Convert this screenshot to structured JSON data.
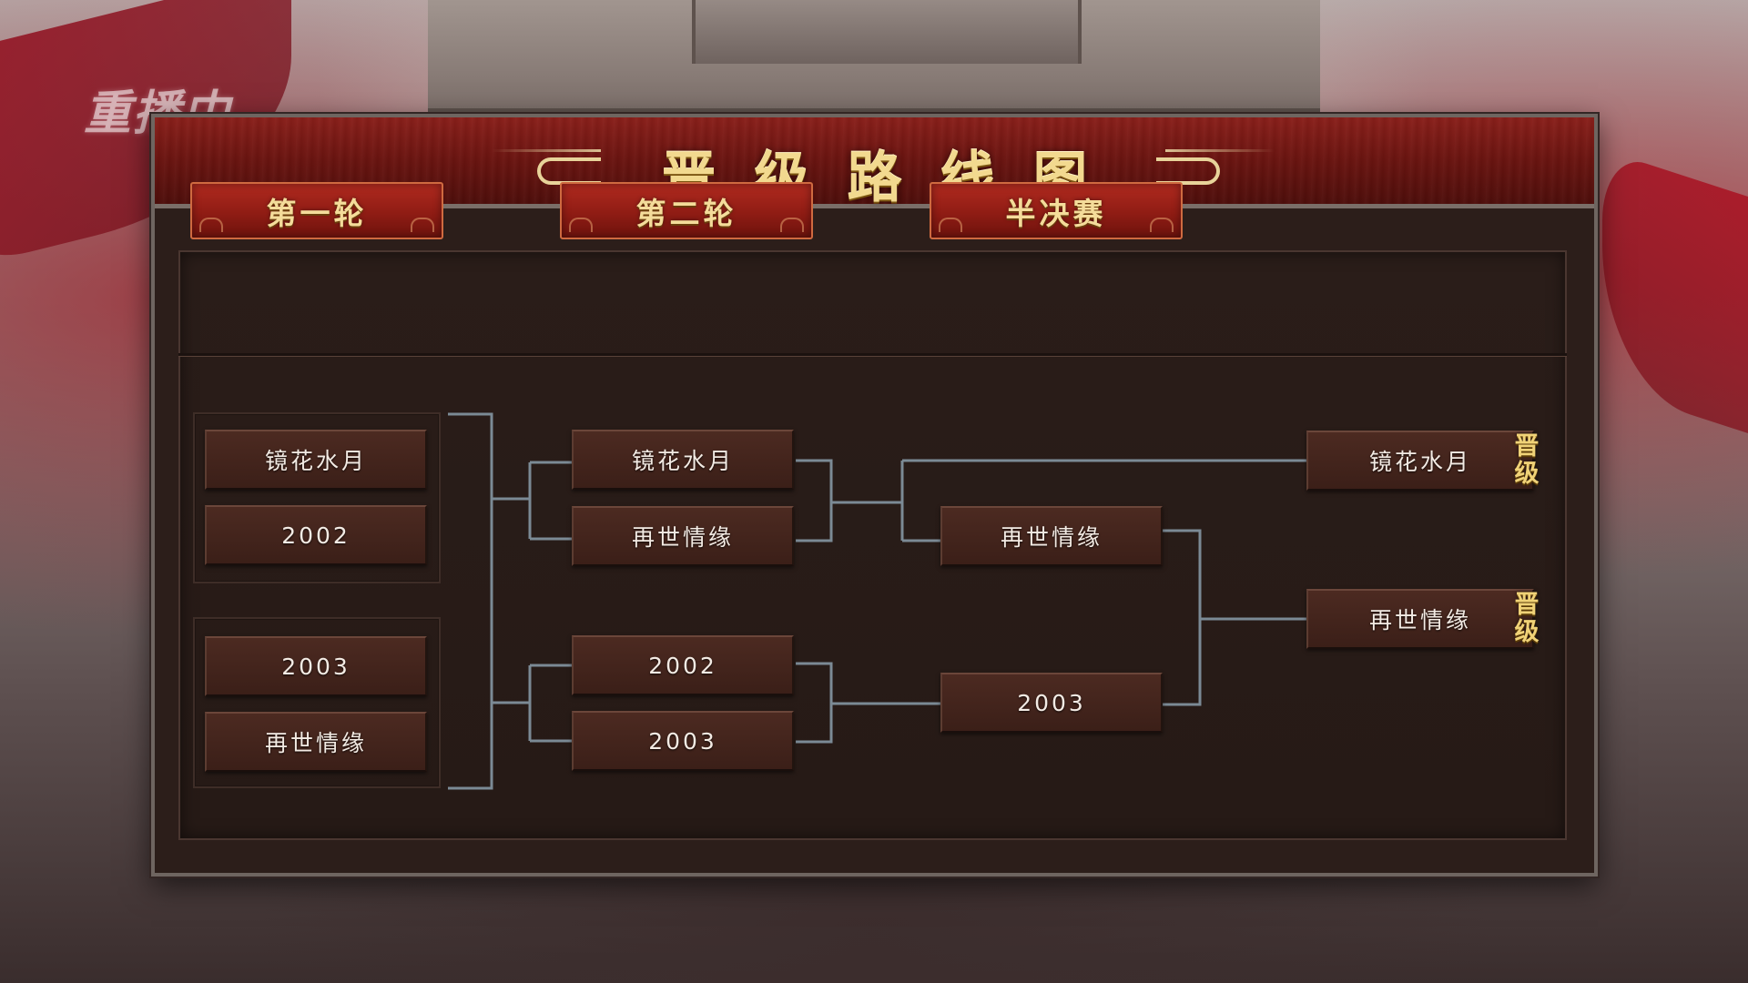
{
  "watermark": {
    "text": "重播中"
  },
  "title": "晋级路线图",
  "rounds": [
    {
      "label": "第一轮"
    },
    {
      "label": "第二轮"
    },
    {
      "label": "半决赛"
    }
  ],
  "round1": {
    "groups": [
      {
        "teams": [
          "镜花水月",
          "2002"
        ]
      },
      {
        "teams": [
          "2003",
          "再世情缘"
        ]
      }
    ]
  },
  "round2": {
    "teams": [
      "镜花水月",
      "再世情缘",
      "2002",
      "2003"
    ]
  },
  "semifinal": {
    "teams": [
      "再世情缘",
      "2003"
    ]
  },
  "advanced": {
    "teams": [
      {
        "name": "镜花水月",
        "badge_top": "晋",
        "badge_bottom": "级"
      },
      {
        "name": "再世情缘",
        "badge_top": "晋",
        "badge_bottom": "级"
      }
    ]
  },
  "colors": {
    "accent_red": "#8f1c14",
    "gold_text": "#f4dc9a",
    "bracket_line": "#7b8a95"
  }
}
